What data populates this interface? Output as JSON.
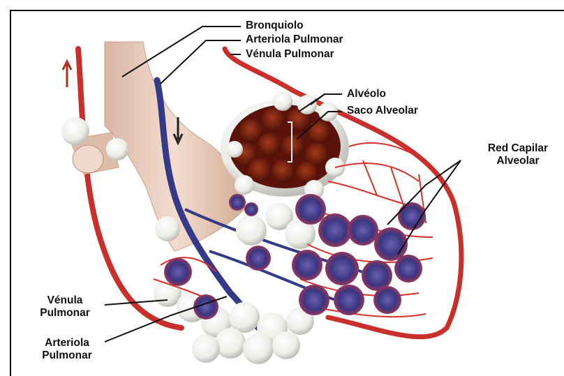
{
  "figure": {
    "colors": {
      "artery": "#d8302b",
      "vein": "#3a3f86",
      "bronchiole": "#e7cfc0",
      "alveolus": "#f1f1ee",
      "sac_interior": "#6b1a0e",
      "background": "#ffffff"
    },
    "labels": {
      "bronquiolo": "Bronquiolo",
      "arteriola_top": "Arteriola Pulmonar",
      "venula_top": "Vénula Pulmonar",
      "alveolo": "Alvéolo",
      "saco": "Saco Alveolar",
      "red_capilar_line1": "Red Capilar",
      "red_capilar_line2": "Alveolar",
      "venula_bottom_line1": "Vénula",
      "venula_bottom_line2": "Pulmonar",
      "arteriola_bottom_line1": "Arteriola",
      "arteriola_bottom_line2": "Pulmonar"
    }
  }
}
